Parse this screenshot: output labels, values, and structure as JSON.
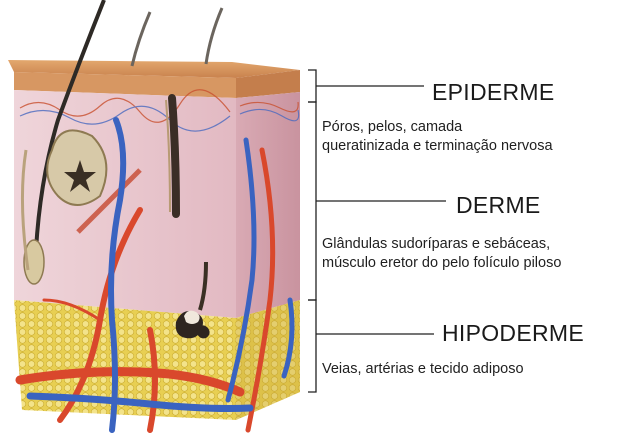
{
  "layers": [
    {
      "title": "EPIDERME",
      "desc": [
        "Póros, pelos, camada",
        "queratinizada e terminação nervosa"
      ]
    },
    {
      "title": "DERME",
      "desc": [
        "Glândulas sudoríparas e sebáceas,",
        "músculo eretor do pelo folículo piloso"
      ]
    },
    {
      "title": "HIPODERME",
      "desc": [
        "Veias, artérias e tecido adiposo"
      ]
    }
  ],
  "colors": {
    "epidermis": "#d9925a",
    "dermis": "#e8c6cf",
    "hypodermis": "#ecd76a",
    "artery": "#d9482c",
    "vein": "#3a63c0",
    "hair": "#2e2a26",
    "bracket": "#222222"
  }
}
